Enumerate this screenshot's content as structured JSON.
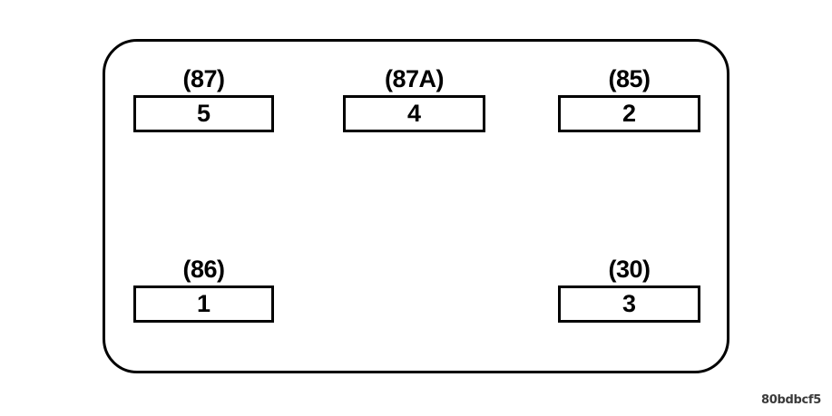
{
  "figure": {
    "type": "relay-terminal-layout",
    "id_watermark": "80bdbcf5",
    "housing": {
      "shape": "rounded-rectangle",
      "stroke_color": "#000000",
      "fill_color": "#ffffff"
    }
  },
  "terminals": [
    {
      "key": "87",
      "pin_label": "(87)",
      "number": "5",
      "row": "top",
      "column": "left"
    },
    {
      "key": "87a",
      "pin_label": "(87A)",
      "number": "4",
      "row": "top",
      "column": "center"
    },
    {
      "key": "85",
      "pin_label": "(85)",
      "number": "2",
      "row": "top",
      "column": "right"
    },
    {
      "key": "86",
      "pin_label": "(86)",
      "number": "1",
      "row": "bottom",
      "column": "left"
    },
    {
      "key": "30",
      "pin_label": "(30)",
      "number": "3",
      "row": "bottom",
      "column": "right"
    }
  ]
}
